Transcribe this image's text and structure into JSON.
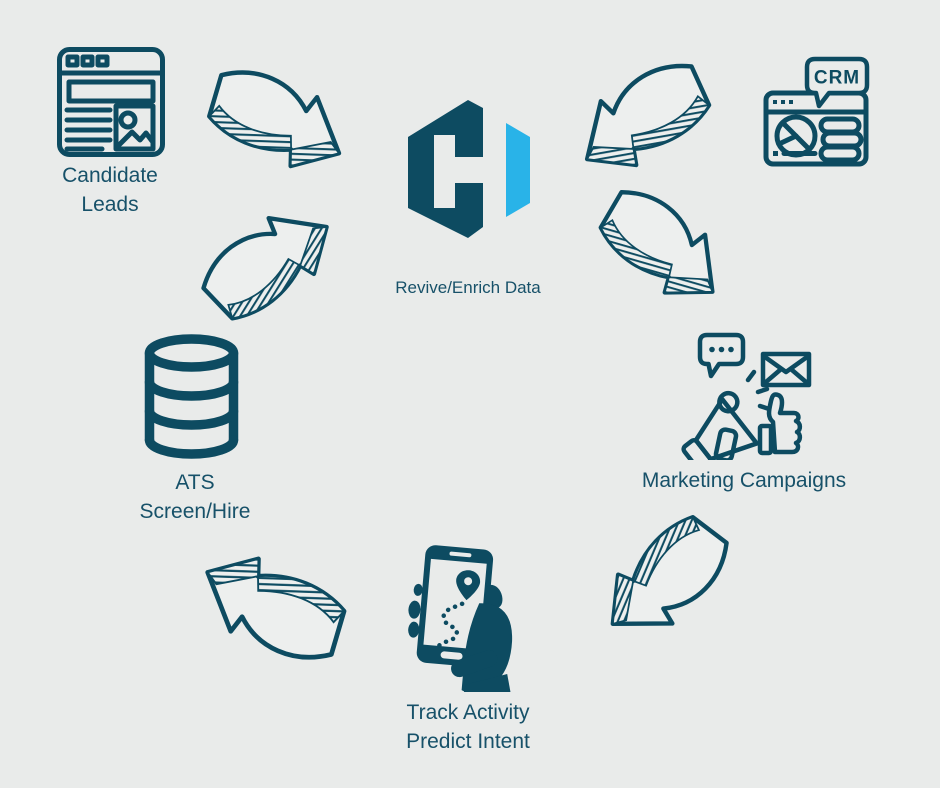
{
  "palette": {
    "background": "#e9ebea",
    "ink": "#0d4b61",
    "accent_blue": "#29b3e8",
    "label_text": "#175169",
    "arrow_fill": "#edefee"
  },
  "hub": {
    "logo_icon": "hexagon-ch-monogram",
    "caption": "Revive/Enrich Data"
  },
  "labels": {
    "candidate_line1": "Candidate",
    "candidate_line2": "Leads",
    "crm_badge": "CRM",
    "marketing": "Marketing Campaigns",
    "ats_line1": "ATS",
    "ats_line2": "Screen/Hire",
    "track_line1": "Track Activity",
    "track_line2": "Predict Intent"
  },
  "icons": {
    "candidate": "browser-profile-icon",
    "crm": "crm-dashboard-icon",
    "marketing": "megaphone-campaign-icon",
    "ats": "database-icon",
    "track": "hand-holding-phone-route-icon"
  },
  "flow_arrows": [
    {
      "id": "candidate-to-hub",
      "from": "candidate-leads",
      "to": "hub"
    },
    {
      "id": "crm-to-hub",
      "from": "crm",
      "to": "hub"
    },
    {
      "id": "hub-to-marketing",
      "from": "hub",
      "to": "marketing-campaigns"
    },
    {
      "id": "marketing-to-track",
      "from": "marketing-campaigns",
      "to": "track-activity"
    },
    {
      "id": "track-to-ats",
      "from": "track-activity",
      "to": "ats"
    },
    {
      "id": "ats-to-hub",
      "from": "ats",
      "to": "hub"
    }
  ]
}
